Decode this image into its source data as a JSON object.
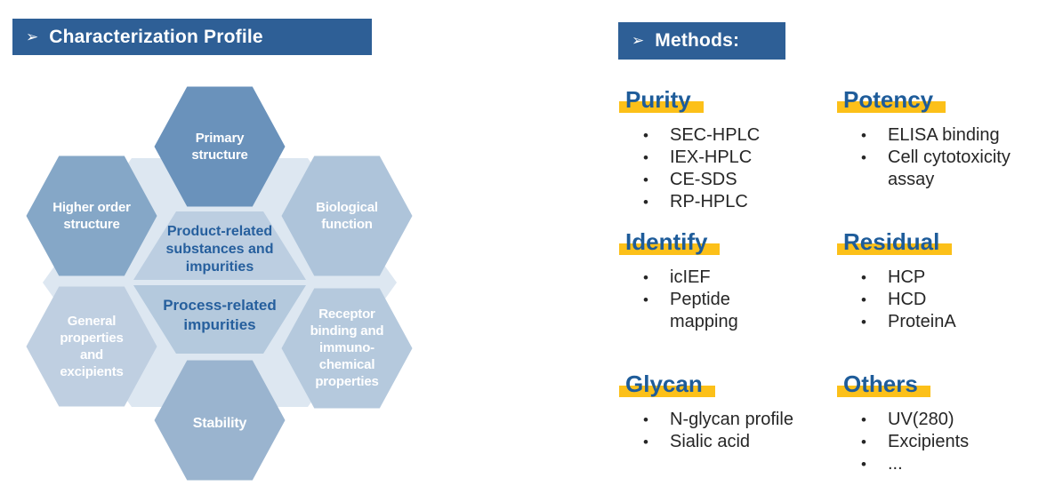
{
  "left_panel": {
    "header": {
      "arrow": "➢",
      "title": "Characterization Profile"
    },
    "hexagons": {
      "primary": {
        "lines": [
          "Primary",
          "structure"
        ]
      },
      "higher_order": {
        "lines": [
          "Higher order",
          "structure"
        ]
      },
      "biological": {
        "lines": [
          "Biological",
          "function"
        ]
      },
      "general": {
        "lines": [
          "General",
          "properties",
          "and",
          "excipients"
        ]
      },
      "receptor": {
        "lines": [
          "Receptor",
          "binding and",
          "immuno-",
          "chemical",
          "properties"
        ]
      },
      "stability": {
        "lines": [
          "Stability"
        ]
      }
    },
    "center": {
      "product": {
        "lines": [
          "Product-related",
          "substances and",
          "impurities"
        ]
      },
      "process": {
        "lines": [
          "Process-related",
          "impurities"
        ]
      }
    }
  },
  "right_panel": {
    "header": {
      "arrow": "➢",
      "title": "Methods:"
    },
    "sections": [
      {
        "title": "Purity",
        "items": [
          "SEC-HPLC",
          "IEX-HPLC",
          "CE-SDS",
          "RP-HPLC"
        ]
      },
      {
        "title": "Potency",
        "items": [
          "ELISA binding",
          "Cell cytotoxicity assay"
        ]
      },
      {
        "title": "Identify",
        "items": [
          "icIEF",
          "Peptide mapping"
        ]
      },
      {
        "title": "Residual",
        "items": [
          "HCP",
          "HCD",
          "ProteinA"
        ]
      },
      {
        "title": "Glycan",
        "items": [
          "N-glycan profile",
          "Sialic acid"
        ]
      },
      {
        "title": "Others",
        "items": [
          "UV(280)",
          "Excipients",
          "..."
        ]
      }
    ]
  },
  "colors": {
    "banner_blue": "#2e5f96",
    "heading_blue": "#1e5c9a",
    "highlight_yellow": "#fcc019",
    "body_text": "#262626",
    "center_text_blue": "#265f9d",
    "hex_primary": "#6a92bb",
    "hex_higher_order": "#85a7c7",
    "hex_biological": "#aec4da",
    "hex_general": "#bfcfe1",
    "hex_receptor": "#b5c9dd",
    "hex_stability": "#9ab4cf",
    "hex_center_top": "#bccee1",
    "hex_center_bottom": "#b4c9dd",
    "hex_background_pale": "#dde7f1"
  }
}
